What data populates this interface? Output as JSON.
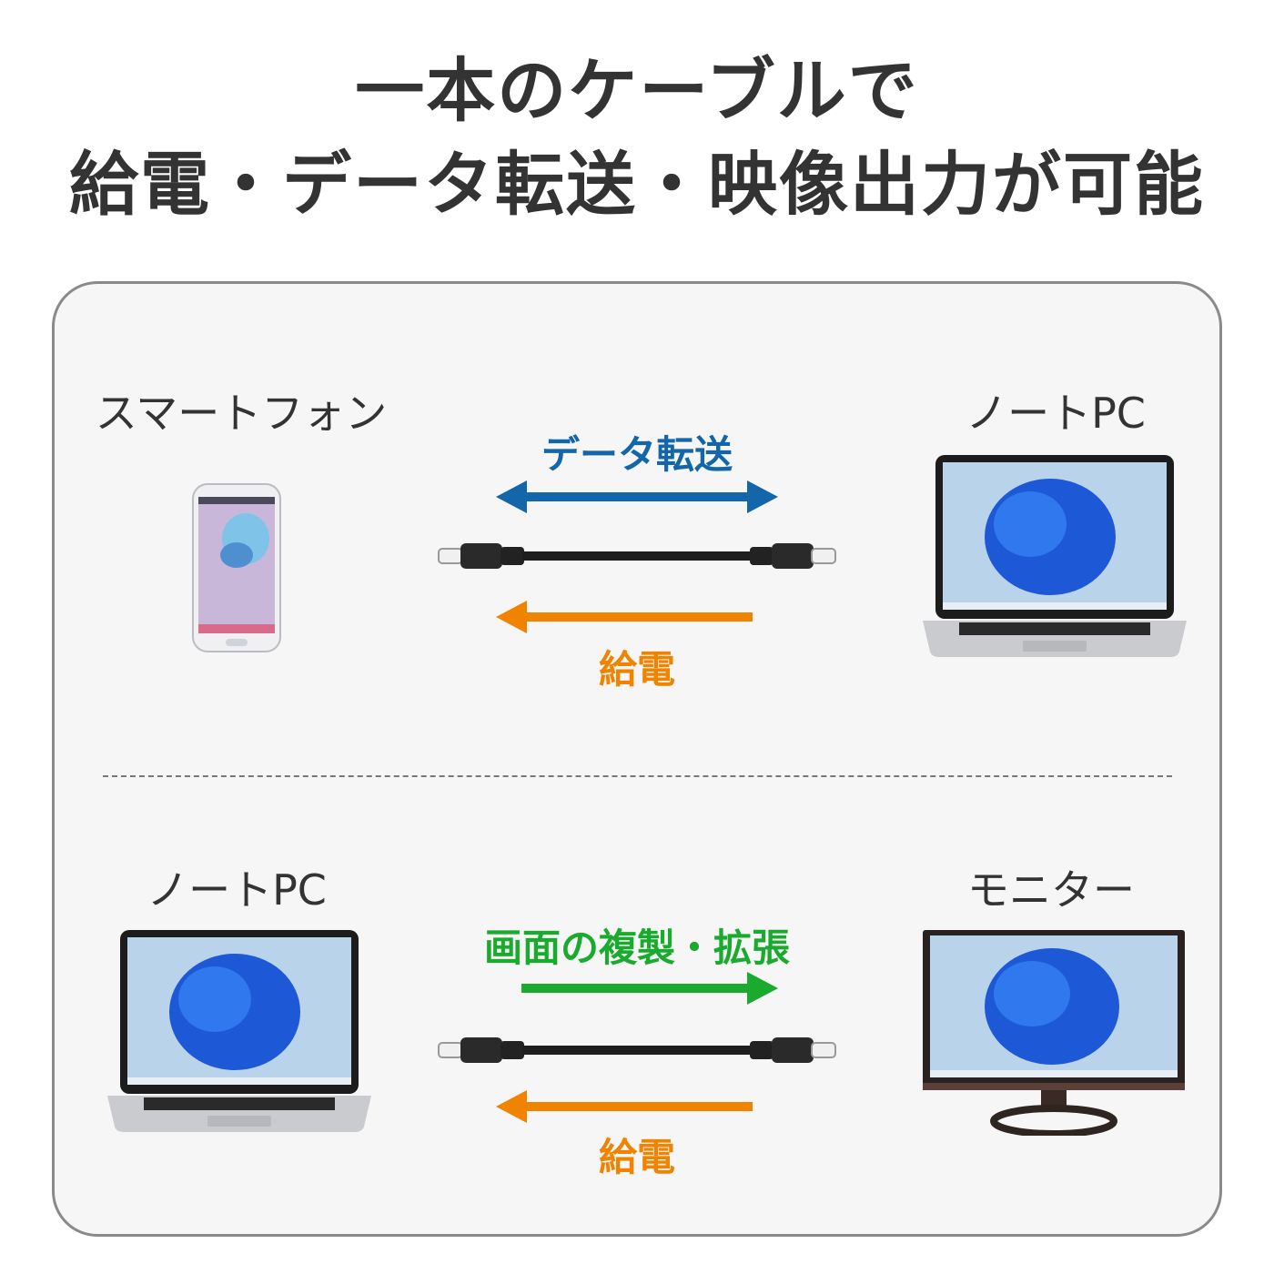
{
  "headline": {
    "line1": "一本のケーブルで",
    "line2": "給電・データ転送・映像出力が可能"
  },
  "section1": {
    "left_device": "スマートフォン",
    "right_device": "ノートPC",
    "top_flow": "データ転送",
    "bottom_flow": "給電"
  },
  "section2": {
    "left_device": "ノートPC",
    "right_device": "モニター",
    "top_flow": "画面の複製・拡張",
    "bottom_flow": "給電"
  },
  "colors": {
    "data_blue": "#1466ab",
    "power_orange": "#f08300",
    "display_green": "#1aab2e",
    "text": "#333333"
  },
  "icons": {
    "smartphone": "smartphone-icon",
    "laptop": "laptop-icon",
    "monitor": "monitor-icon",
    "cable": "usb-c-cable-icon"
  }
}
